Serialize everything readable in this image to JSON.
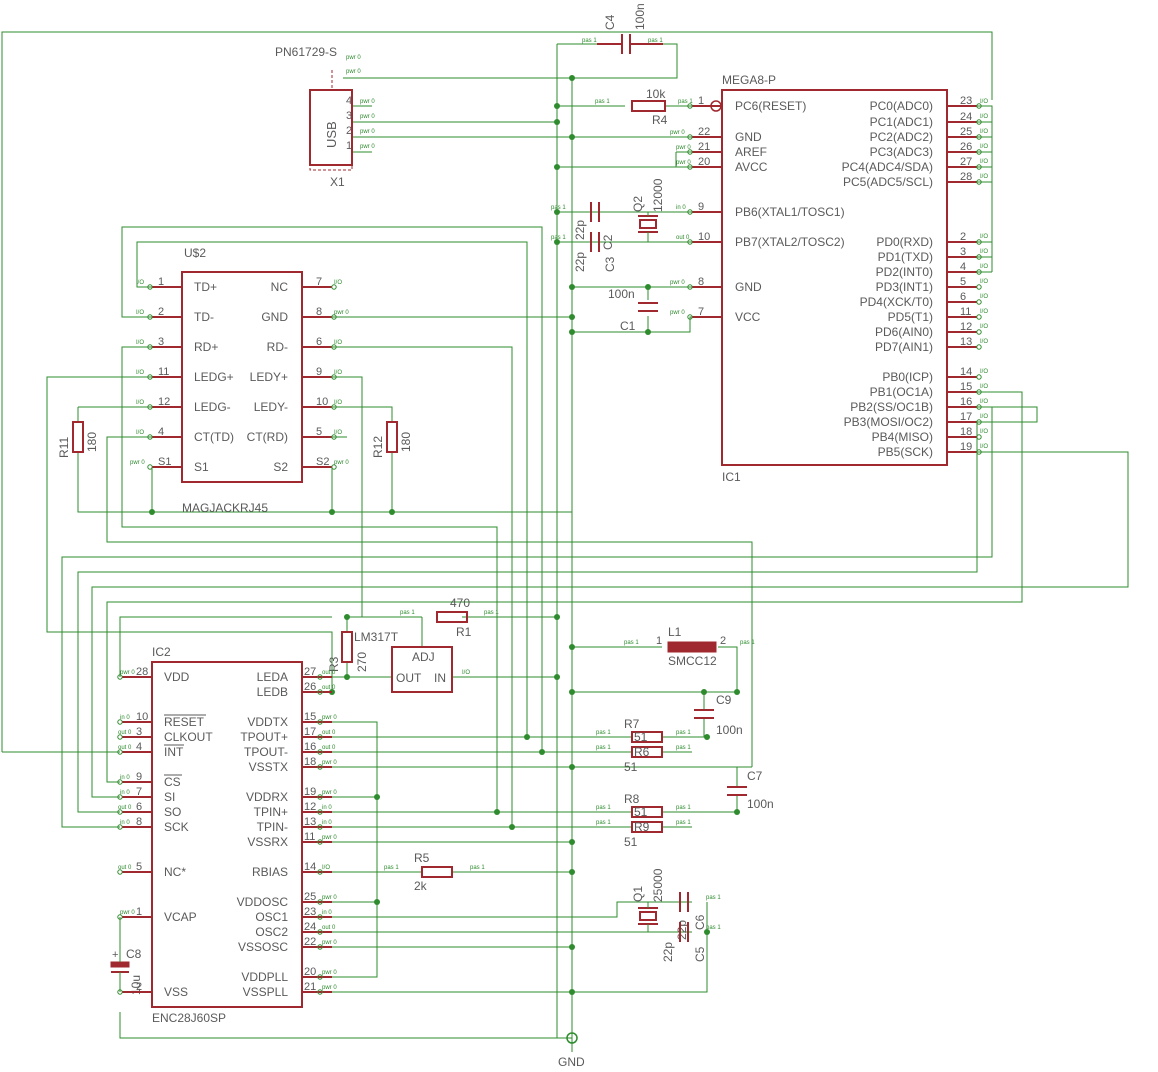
{
  "colors": {
    "wire": "#2e8b2e",
    "symbol": "#a0282f",
    "text": "#5a5a5a",
    "background": "#ffffff"
  },
  "usb": {
    "part": "PN61729-S",
    "label": "USB",
    "ref": "X1",
    "pins": [
      "4",
      "3",
      "2",
      "1"
    ]
  },
  "mega": {
    "part": "MEGA8-P",
    "ref": "IC1",
    "left_pins": [
      {
        "num": "1",
        "name": "PC6(RESET)"
      },
      {
        "num": "22",
        "name": "GND"
      },
      {
        "num": "21",
        "name": "AREF"
      },
      {
        "num": "20",
        "name": "AVCC"
      },
      {
        "num": "9",
        "name": "PB6(XTAL1/TOSC1)"
      },
      {
        "num": "10",
        "name": "PB7(XTAL2/TOSC2)"
      },
      {
        "num": "8",
        "name": "GND"
      },
      {
        "num": "7",
        "name": "VCC"
      }
    ],
    "right_pins": [
      {
        "num": "23",
        "name": "PC0(ADC0)"
      },
      {
        "num": "24",
        "name": "PC1(ADC1)"
      },
      {
        "num": "25",
        "name": "PC2(ADC2)"
      },
      {
        "num": "26",
        "name": "PC3(ADC3)"
      },
      {
        "num": "27",
        "name": "PC4(ADC4/SDA)"
      },
      {
        "num": "28",
        "name": "PC5(ADC5/SCL)"
      },
      {
        "num": "2",
        "name": "PD0(RXD)"
      },
      {
        "num": "3",
        "name": "PD1(TXD)"
      },
      {
        "num": "4",
        "name": "PD2(INT0)"
      },
      {
        "num": "5",
        "name": "PD3(INT1)"
      },
      {
        "num": "6",
        "name": "PD4(XCK/T0)"
      },
      {
        "num": "11",
        "name": "PD5(T1)"
      },
      {
        "num": "12",
        "name": "PD6(AIN0)"
      },
      {
        "num": "13",
        "name": "PD7(AIN1)"
      },
      {
        "num": "14",
        "name": "PB0(ICP)"
      },
      {
        "num": "15",
        "name": "PB1(OC1A)"
      },
      {
        "num": "16",
        "name": "PB2(SS/OC1B)"
      },
      {
        "num": "17",
        "name": "PB3(MOSI/OC2)"
      },
      {
        "num": "18",
        "name": "PB4(MISO)"
      },
      {
        "num": "19",
        "name": "PB5(SCK)"
      }
    ]
  },
  "magjack": {
    "ref": "U$2",
    "part": "MAGJACKRJ45",
    "left_pins": [
      {
        "num": "1",
        "name": "TD+"
      },
      {
        "num": "2",
        "name": "TD-"
      },
      {
        "num": "3",
        "name": "RD+"
      },
      {
        "num": "11",
        "name": "LEDG+"
      },
      {
        "num": "12",
        "name": "LEDG-"
      },
      {
        "num": "4",
        "name": "CT(TD)"
      },
      {
        "num": "S1",
        "name": "S1"
      }
    ],
    "right_pins": [
      {
        "num": "7",
        "name": "NC"
      },
      {
        "num": "8",
        "name": "GND"
      },
      {
        "num": "6",
        "name": "RD-"
      },
      {
        "num": "9",
        "name": "LEDY+"
      },
      {
        "num": "10",
        "name": "LEDY-"
      },
      {
        "num": "5",
        "name": "CT(RD)"
      },
      {
        "num": "S2",
        "name": "S2"
      }
    ]
  },
  "enc": {
    "ref": "IC2",
    "part": "ENC28J60SP",
    "left_pins": [
      {
        "num": "28",
        "name": "VDD"
      },
      {
        "num": "10",
        "name": "RESET"
      },
      {
        "num": "3",
        "name": "CLKOUT"
      },
      {
        "num": "4",
        "name": "INT"
      },
      {
        "num": "9",
        "name": "CS"
      },
      {
        "num": "7",
        "name": "SI"
      },
      {
        "num": "6",
        "name": "SO"
      },
      {
        "num": "8",
        "name": "SCK"
      },
      {
        "num": "5",
        "name": "NC*"
      },
      {
        "num": "1",
        "name": "VCAP"
      },
      {
        "num": "2",
        "name": "VSS"
      }
    ],
    "right_pins": [
      {
        "num": "27",
        "name": "LEDA"
      },
      {
        "num": "26",
        "name": "LEDB"
      },
      {
        "num": "15",
        "name": "VDDTX"
      },
      {
        "num": "17",
        "name": "TPOUT+"
      },
      {
        "num": "16",
        "name": "TPOUT-"
      },
      {
        "num": "18",
        "name": "VSSTX"
      },
      {
        "num": "19",
        "name": "VDDRX"
      },
      {
        "num": "12",
        "name": "TPIN+"
      },
      {
        "num": "13",
        "name": "TPIN-"
      },
      {
        "num": "11",
        "name": "VSSRX"
      },
      {
        "num": "14",
        "name": "RBIAS"
      },
      {
        "num": "25",
        "name": "VDDOSC"
      },
      {
        "num": "23",
        "name": "OSC1"
      },
      {
        "num": "24",
        "name": "OSC2"
      },
      {
        "num": "22",
        "name": "VSSOSC"
      },
      {
        "num": "20",
        "name": "VDDPLL"
      },
      {
        "num": "21",
        "name": "VSSPLL"
      }
    ]
  },
  "lm317": {
    "part": "LM317T",
    "adj": "ADJ",
    "out": "OUT",
    "in": "IN"
  },
  "parts": {
    "c4": {
      "ref": "C4",
      "value": "100n"
    },
    "r4": {
      "ref": "R4",
      "value": "10k"
    },
    "c2": {
      "ref": "C2",
      "value": "22p"
    },
    "c3": {
      "ref": "C3",
      "value": "22p"
    },
    "q2": {
      "ref": "Q2",
      "value": "12000"
    },
    "c1": {
      "ref": "C1",
      "value": "100n"
    },
    "r11": {
      "ref": "R11",
      "value": "180"
    },
    "r12": {
      "ref": "R12",
      "value": "180"
    },
    "r1": {
      "ref": "R1",
      "value": "470"
    },
    "r3": {
      "ref": "R3",
      "value": "270"
    },
    "l1": {
      "ref": "L1",
      "value": "SMCC12"
    },
    "c9": {
      "ref": "C9",
      "value": "100n"
    },
    "r7": {
      "ref": "R7",
      "value": "51"
    },
    "r6": {
      "ref": "R6",
      "value": "51"
    },
    "c7": {
      "ref": "C7",
      "value": "100n"
    },
    "r8": {
      "ref": "R8",
      "value": "51"
    },
    "r9": {
      "ref": "R9",
      "value": "51"
    },
    "r5": {
      "ref": "R5",
      "value": "2k"
    },
    "q1": {
      "ref": "Q1",
      "value": "25000"
    },
    "c5": {
      "ref": "C5",
      "value": "22p"
    },
    "c6": {
      "ref": "C6",
      "value": "22p"
    },
    "c8": {
      "ref": "C8",
      "value": "10u"
    }
  },
  "gnd_label": "GND",
  "pin_tags": {
    "pas": "pas 1",
    "io": "I/O",
    "pwr": "pwr 0",
    "in": "in 0",
    "out": "out 0"
  }
}
